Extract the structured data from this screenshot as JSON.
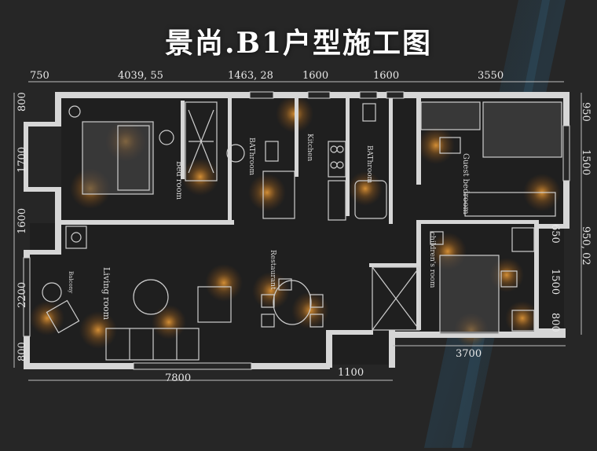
{
  "title": "景尚.B1户型施工图",
  "colors": {
    "background": "#262626",
    "wall": "#d6d6d6",
    "line": "#bfbfbf",
    "glow": "#e8922a",
    "text": "#ffffff"
  },
  "dimensions": {
    "top": [
      "750",
      "4039, 55",
      "1463, 28",
      "1600",
      "1600",
      "3550"
    ],
    "left": [
      "800",
      "1700",
      "1600",
      "2200",
      "800"
    ],
    "right": [
      "950",
      "1500",
      "650",
      "950, 02",
      "1500",
      "800"
    ],
    "bottom": [
      "7800",
      "1100",
      "3700"
    ]
  },
  "rooms": {
    "bedroom": "Bed room",
    "bathroom1": "BAThroom",
    "kitchen": "Kitchen",
    "bathroom2": "BAThroom",
    "guest_bedroom": "Guest bedroom",
    "childrens_room": "children's room",
    "restaurant": "Restaurant",
    "living_room": "Living room",
    "balcony": "Balcony"
  }
}
